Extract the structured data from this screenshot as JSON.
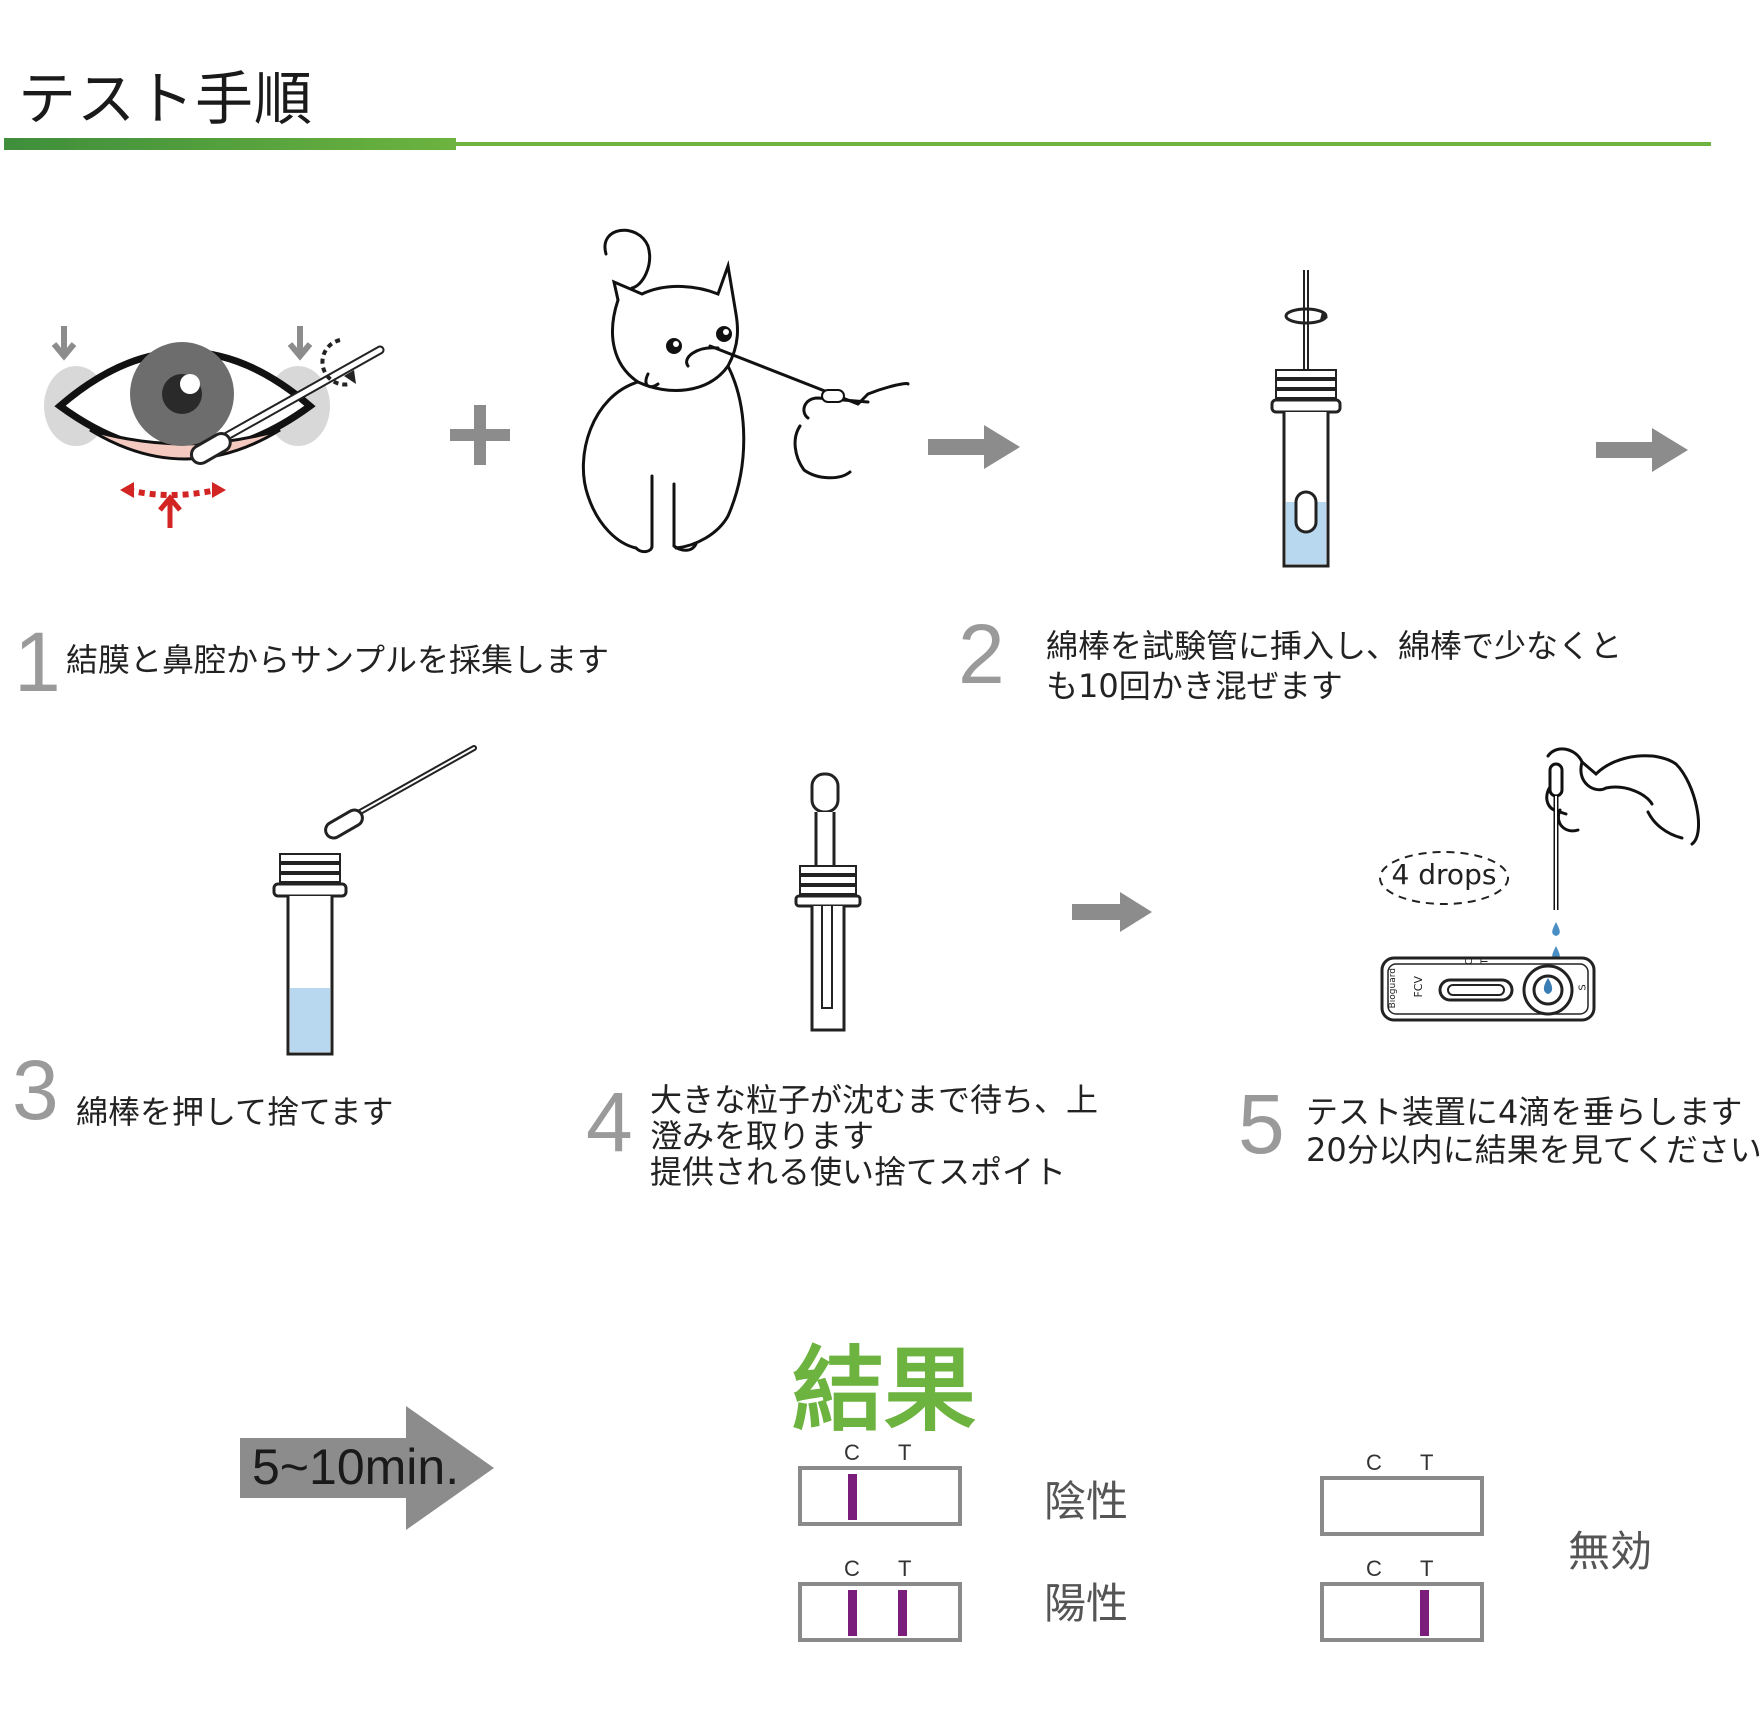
{
  "header": {
    "title": "テスト手順"
  },
  "steps": [
    {
      "num": "1",
      "text": "結膜と鼻腔からサンプルを採集します"
    },
    {
      "num": "2",
      "line1": "綿棒を試験管に挿入し、綿棒で少なくと",
      "line2": "も10回かき混ぜます"
    },
    {
      "num": "3",
      "text": "綿棒を押して捨てます"
    },
    {
      "num": "4",
      "line1": "大きな粒子が沈むまで待ち、上",
      "line2": "澄みを取ります",
      "line3": "提供される使い捨てスポイト"
    },
    {
      "num": "5",
      "line1": "テスト装置に4滴を垂らします",
      "line2": "20分以内に結果を見てください"
    }
  ],
  "drops_label": "4 drops",
  "device": {
    "brand": "Bioguard",
    "test": "FCV",
    "c": "C",
    "t": "T",
    "s": "S"
  },
  "wait_label": "5~10min.",
  "results": {
    "title": "結果",
    "c": "C",
    "t": "T",
    "negative": "陰性",
    "positive": "陽性",
    "invalid": "無効"
  },
  "colors": {
    "accent": "#6cb33f",
    "test_line": "#7b1e7b",
    "arrow": "#8c8c8c"
  }
}
